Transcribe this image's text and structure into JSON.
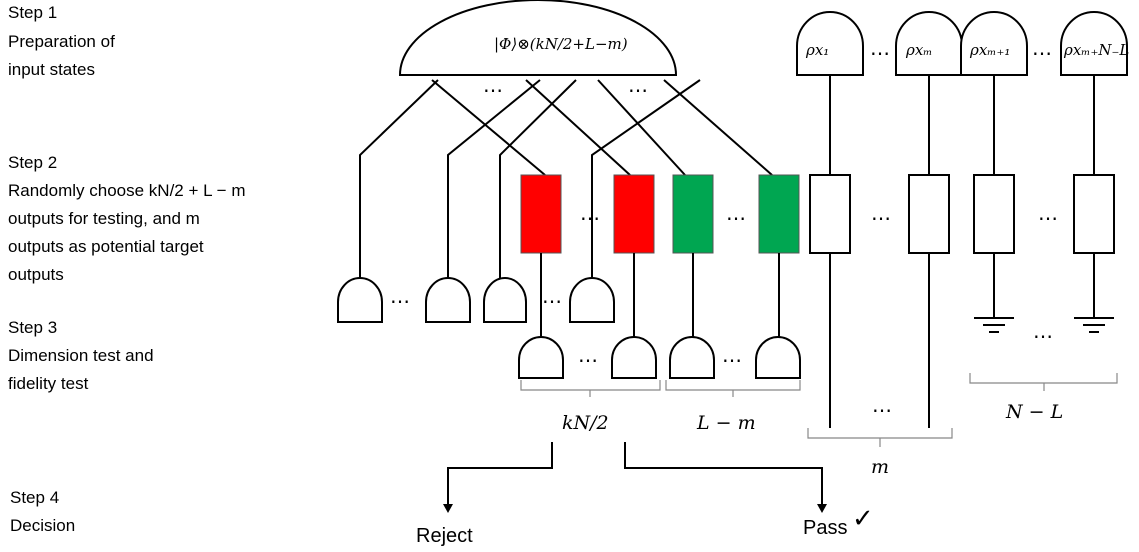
{
  "steps": [
    {
      "title": "Step 1",
      "lines": [
        "Preparation of",
        "input states"
      ]
    },
    {
      "title": "Step 2",
      "lines": [
        "Randomly choose kN/2 + L − m",
        "outputs for testing, and m",
        "outputs as potential target",
        "outputs"
      ]
    },
    {
      "title": "Step 3",
      "lines": [
        "Dimension test and",
        "fidelity test"
      ]
    },
    {
      "title": "Step 4",
      "lines": [
        "Decision"
      ]
    }
  ],
  "source": {
    "label": "|Φ⟩⊗(kN/2+L−m)"
  },
  "rho_states": [
    "ρx₁",
    "ρxₘ",
    "ρxₘ₊₁",
    "ρxₘ₊N₋L"
  ],
  "ellipsis": "…",
  "braces": {
    "kn2": "kN/2",
    "lm": "L − m",
    "m": "m",
    "nl": "N − L"
  },
  "decision": {
    "reject": "Reject",
    "pass": "Pass",
    "check": "✓"
  },
  "colors": {
    "red_box": "#ff0000",
    "green_box": "#00a651",
    "brace": "#888888"
  }
}
